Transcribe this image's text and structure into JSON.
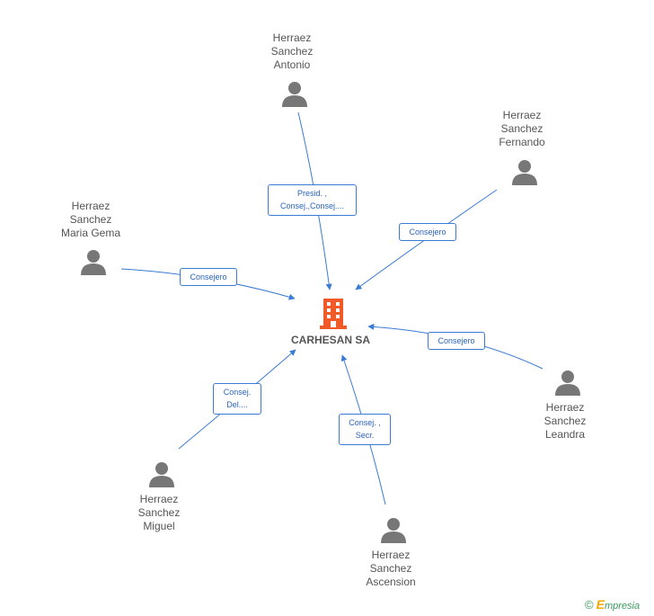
{
  "company": {
    "name": "CARHESAN SA",
    "icon": "building-icon",
    "color": "#f05a28"
  },
  "persons": [
    {
      "id": "antonio",
      "name_lines": [
        "Herraez",
        "Sanchez",
        "Antonio"
      ],
      "icon": "person-icon"
    },
    {
      "id": "fernando",
      "name_lines": [
        "Herraez",
        "Sanchez",
        "Fernando"
      ],
      "icon": "person-icon"
    },
    {
      "id": "maria",
      "name_lines": [
        "Herraez",
        "Sanchez",
        "Maria Gema"
      ],
      "icon": "person-icon"
    },
    {
      "id": "leandra",
      "name_lines": [
        "Herraez",
        "Sanchez",
        "Leandra"
      ],
      "icon": "person-icon"
    },
    {
      "id": "miguel",
      "name_lines": [
        "Herraez",
        "Sanchez",
        "Miguel"
      ],
      "icon": "person-icon"
    },
    {
      "id": "ascension",
      "name_lines": [
        "Herraez",
        "Sanchez",
        "Ascension"
      ],
      "icon": "person-icon"
    }
  ],
  "edges": [
    {
      "from": "antonio",
      "label_lines": [
        "Presid. ,",
        "Consej.,Consej...."
      ]
    },
    {
      "from": "fernando",
      "label_lines": [
        "Consejero"
      ]
    },
    {
      "from": "maria",
      "label_lines": [
        "Consejero"
      ]
    },
    {
      "from": "leandra",
      "label_lines": [
        "Consejero"
      ]
    },
    {
      "from": "miguel",
      "label_lines": [
        "Consej.",
        "Del...."
      ]
    },
    {
      "from": "ascension",
      "label_lines": [
        "Consej. ,",
        "Secr."
      ]
    }
  ],
  "colors": {
    "edge": "#3a7bd5",
    "person": "#777777"
  },
  "footer": {
    "copyright": "©",
    "brand_first": "E",
    "brand_rest": "mpresia"
  }
}
